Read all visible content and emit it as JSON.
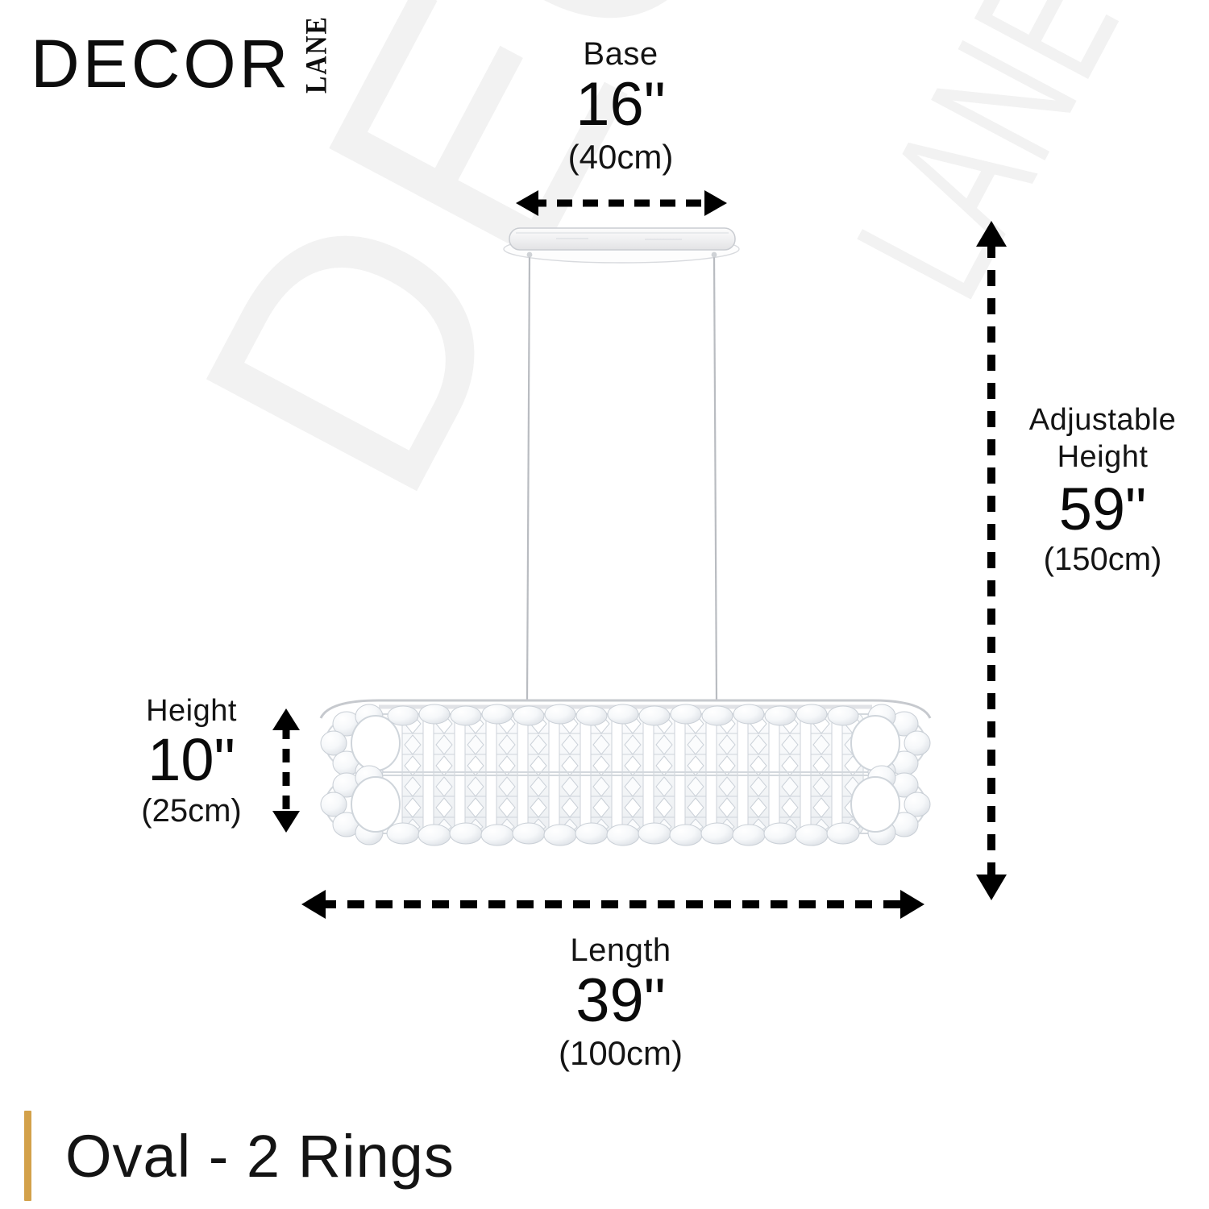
{
  "brand": {
    "name": "DECOR",
    "sub": "LANE",
    "watermark_main": "DECOR",
    "watermark_sub": "LANE",
    "accent_color": "#d3a14a",
    "text_color": "#141414"
  },
  "dimensions": {
    "base": {
      "label": "Base",
      "imperial": "16\"",
      "metric": "(40cm)",
      "arrow": "horizontal-double-dashed"
    },
    "adjustable_height": {
      "label_line1": "Adjustable",
      "label_line2": "Height",
      "imperial": "59\"",
      "metric": "(150cm)",
      "arrow": "vertical-double-dashed"
    },
    "height": {
      "label": "Height",
      "imperial": "10\"",
      "metric": "(25cm)",
      "arrow": "vertical-double-dashed"
    },
    "length": {
      "label": "Length",
      "imperial": "39\"",
      "metric": "(100cm)",
      "arrow": "horizontal-double-dashed"
    }
  },
  "product": {
    "caption": "Oval - 2 Rings",
    "type": "crystal-oval-pendant-chandelier",
    "rings": 2
  }
}
